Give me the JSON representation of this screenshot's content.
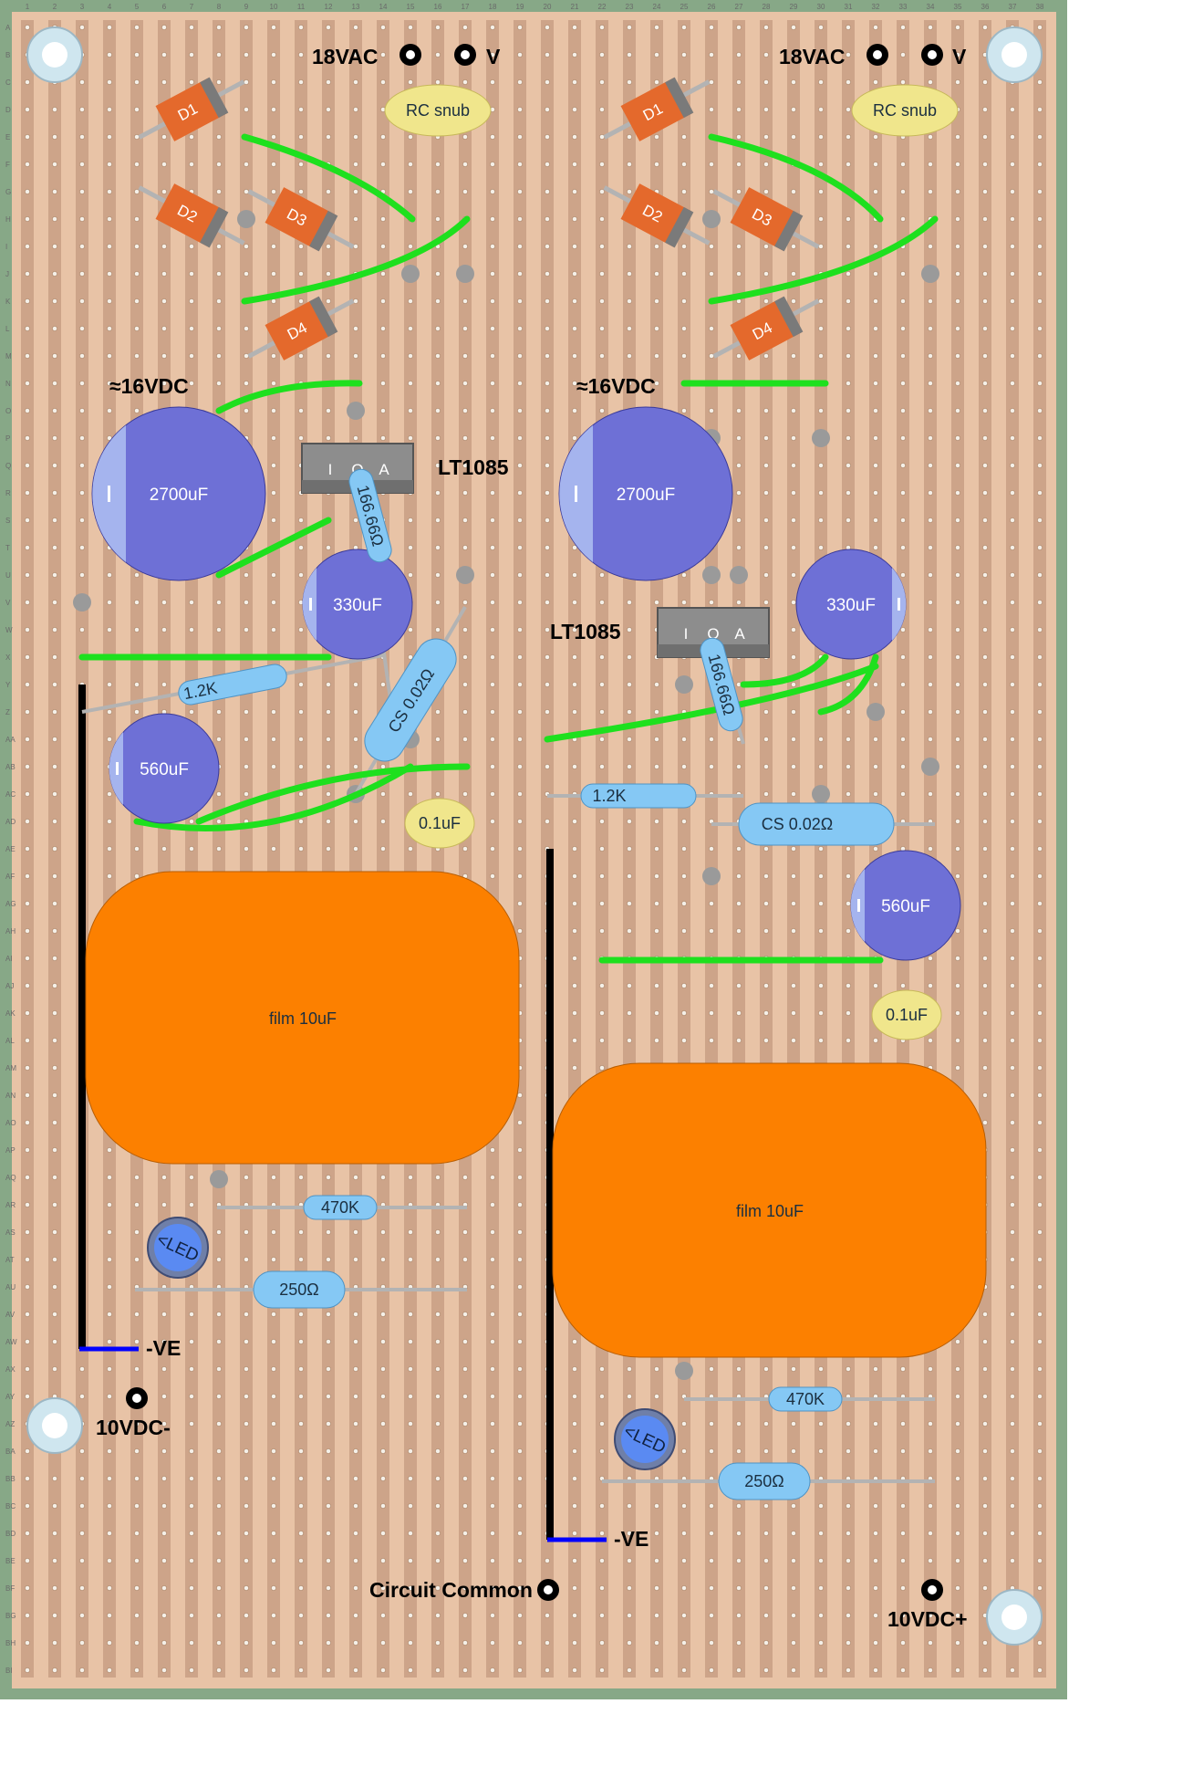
{
  "board": {
    "column_numbers": [
      "1",
      "2",
      "3",
      "4",
      "5",
      "6",
      "7",
      "8",
      "9",
      "10",
      "11",
      "12",
      "13",
      "14",
      "15",
      "16",
      "17",
      "18",
      "19",
      "20",
      "21",
      "22",
      "23",
      "24",
      "25",
      "26",
      "27",
      "28",
      "29",
      "30",
      "31",
      "32",
      "33",
      "34",
      "35",
      "36",
      "37",
      "38"
    ],
    "row_letters": [
      "A",
      "B",
      "C",
      "D",
      "E",
      "F",
      "G",
      "H",
      "I",
      "J",
      "K",
      "L",
      "M",
      "N",
      "O",
      "P",
      "Q",
      "R",
      "S",
      "T",
      "U",
      "V",
      "W",
      "X",
      "Y",
      "Z",
      "AA",
      "AB",
      "AC",
      "AD",
      "AE",
      "AF",
      "AG",
      "AH",
      "AI",
      "AJ",
      "AK",
      "AL",
      "AM",
      "AN",
      "AO",
      "AP",
      "AQ",
      "AR",
      "AS",
      "AT",
      "AU",
      "AV",
      "AW",
      "AX",
      "AY",
      "AZ",
      "BA",
      "BB",
      "BC",
      "BD",
      "BE",
      "BF",
      "BG",
      "BH",
      "BI"
    ],
    "colors": {
      "border": "#87a887",
      "board": "#e8c3a6",
      "strip": "#cda489",
      "hole": "#f5f0e8",
      "wire": "#1ee01e",
      "cap_big": "#6e70d6",
      "cap_stripe": "#a5b4ee",
      "film": "#fc8000",
      "resistor": "#85c8f4",
      "diode": "#e4692c",
      "cap_small": "#f0e68c",
      "regulator": "#8d8d8d",
      "rail": "#000000",
      "ve_wire": "#0000ff"
    }
  },
  "left": {
    "terminal_18vac": "18VAC",
    "terminal_v": "V",
    "rc_snub": "RC snub",
    "d1": "D1",
    "d2": "D2",
    "d3": "D3",
    "d4": "D4",
    "approx_16vdc": "≈16VDC",
    "cap_2700": "2700uF",
    "regulator": "LT1085",
    "reg_pins": [
      "I",
      "O",
      "A"
    ],
    "res_166": "166.66Ω",
    "cap_330": "330uF",
    "res_1k2": "1.2K",
    "res_cs": "CS 0.02Ω",
    "cap_560": "560uF",
    "cap_0_1": "0.1uF",
    "film": "film 10uF",
    "res_470k": "470K",
    "led": "<LED",
    "res_250": "250Ω",
    "ve": "-VE",
    "out_terminal": "10VDC-"
  },
  "right": {
    "terminal_18vac": "18VAC",
    "terminal_v": "V",
    "rc_snub": "RC snub",
    "d1": "D1",
    "d2": "D2",
    "d3": "D3",
    "d4": "D4",
    "approx_16vdc": "≈16VDC",
    "cap_2700": "2700uF",
    "regulator": "LT1085",
    "reg_pins": [
      "I",
      "O",
      "A"
    ],
    "res_166": "166.66Ω",
    "cap_330": "330uF",
    "res_1k2": "1.2K",
    "res_cs": "CS 0.02Ω",
    "cap_560": "560uF",
    "cap_0_1": "0.1uF",
    "film": "film 10uF",
    "res_470k": "470K",
    "led": "<LED",
    "res_250": "250Ω",
    "ve": "-VE",
    "out_terminal": "10VDC+"
  },
  "circuit_common": "Circuit Common"
}
